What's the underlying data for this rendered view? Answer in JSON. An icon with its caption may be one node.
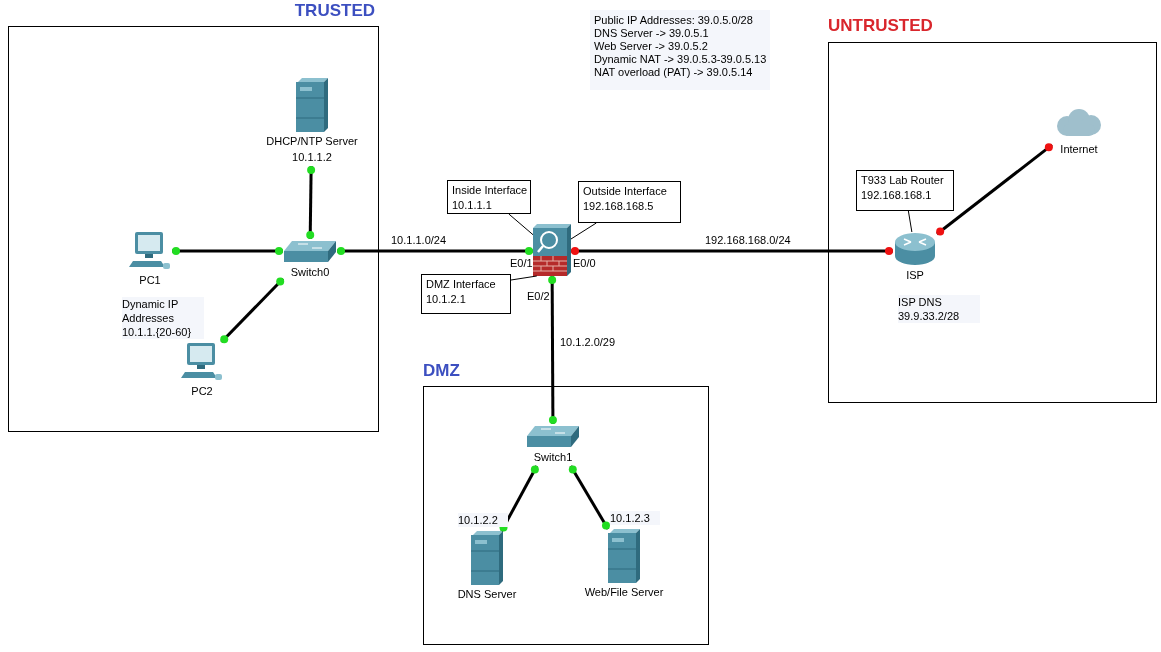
{
  "diagram": {
    "nodes": [
      {
        "text": [
          "TRUSTED"
        ]
      },
      {
        "text": [
          "DHCP/NTP Server",
          "10.1.1.2"
        ],
        "in": 0
      },
      {
        "text": [
          "Switch0"
        ],
        "in": 0
      },
      {
        "text": [
          "PC1"
        ],
        "in": 0
      },
      {
        "text": [
          "PC2"
        ],
        "in": 0
      },
      {
        "text": [],
        "shape": "picture"
      },
      {
        "text": [
          "Inside Interface",
          "10.1.1.1"
        ]
      },
      {
        "text": [
          "Outside Interface",
          "192.168.168.5"
        ]
      },
      {
        "text": [
          "DMZ Interface",
          "10.1.2.1"
        ]
      },
      {
        "text": [
          "DMZ"
        ]
      },
      {
        "text": [
          "Switch1"
        ],
        "in": 9
      },
      {
        "text": [
          "DNS Server"
        ],
        "in": 9,
        "beside": [
          "10.1.2.2"
        ]
      },
      {
        "text": [
          "Web/File Server"
        ],
        "in": 9,
        "beside": [
          "10.1.2.3"
        ]
      },
      {
        "text": [
          "UNTRUSTED"
        ]
      },
      {
        "text": [
          "T933 Lab Router",
          "192.168.168.1"
        ],
        "in": 13
      },
      {
        "text": [
          "ISP"
        ],
        "in": 13,
        "beside": [
          "ISP DNS 39.9.33.2/28"
        ]
      },
      {
        "text": [
          "Internet"
        ],
        "in": 13
      }
    ],
    "edges": [
      {
        "from": 3,
        "to": 2,
        "arrow": "none"
      },
      {
        "from": 1,
        "to": 2,
        "arrow": "none"
      },
      {
        "from": 2,
        "to": 4,
        "arrow": "none"
      },
      {
        "from": 2,
        "to": 5,
        "arrow": "none",
        "label": "10.1.1.0/24"
      },
      {
        "from": 5,
        "to": 15,
        "arrow": "none",
        "label": "192.168.168.0/24"
      },
      {
        "from": 5,
        "to": 10,
        "arrow": "none",
        "label": "10.1.2.0/29"
      },
      {
        "from": 10,
        "to": 11,
        "arrow": "none"
      },
      {
        "from": 10,
        "to": 12,
        "arrow": "none"
      },
      {
        "from": 15,
        "to": 16,
        "arrow": "none"
      },
      {
        "from": 6,
        "to": 5,
        "arrow": "none"
      },
      {
        "from": 7,
        "to": 5,
        "arrow": "none"
      },
      {
        "from": 8,
        "to": 5,
        "arrow": "none"
      },
      {
        "from": 14,
        "to": 15,
        "arrow": "none"
      }
    ],
    "labels": [
      "Public IP Addresses: 39.0.5.0/28",
      "DNS Server -> 39.0.5.1",
      "Web Server -> 39.0.5.2",
      "Dynamic NAT -> 39.0.5.3-39.0.5.13",
      "NAT overload (PAT) -> 39.0.5.14",
      "Dynamic IP Addresses 10.1.1.{20-60}",
      "E0/1",
      "E0/0",
      "E0/2"
    ]
  }
}
